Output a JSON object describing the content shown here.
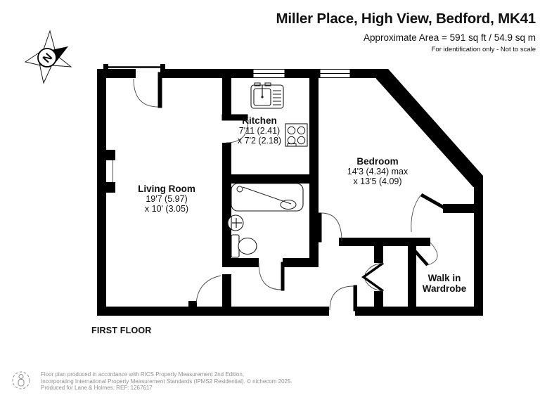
{
  "header": {
    "title": "Miller Place, High View, Bedford, MK41",
    "area_line": "Approximate Area = 591 sq ft / 54.9 sq m",
    "disclaimer": "For identification only - Not to scale"
  },
  "compass": {
    "north_letter": "N"
  },
  "rooms": {
    "kitchen": {
      "name": "Kitchen",
      "dim1": "7'11 (2.41)",
      "dim2": "x 7'2 (2.18)"
    },
    "living_room": {
      "name": "Living Room",
      "dim1": "19'7 (5.97)",
      "dim2": "x 10' (3.05)"
    },
    "bedroom": {
      "name": "Bedroom",
      "dim1": "14'3 (4.34) max",
      "dim2": "x 13'5 (4.09)"
    },
    "walk_in_wardrobe": {
      "line1": "Walk in",
      "line2": "Wardrobe"
    }
  },
  "floor_label": "FIRST FLOOR",
  "footer": {
    "line1": "Floor plan produced in accordance with RICS Property Measurement 2nd Edition,",
    "line2": "Incorporating International Property Measurement Standards (IPMS2 Residential).   © nichecom 2025.",
    "line3": "Produced for Lane & Holmes.   REF: 1267617"
  },
  "icons": {
    "compass": "north-compass-icon",
    "sink": "kitchen-sink-icon",
    "hob": "hob-icon",
    "bath": "bathtub-icon",
    "basin": "basin-icon",
    "toilet": "toilet-icon",
    "logo": "person-logo-icon"
  },
  "colors": {
    "walls": "#000000",
    "footer_text": "#8f8f8f"
  }
}
